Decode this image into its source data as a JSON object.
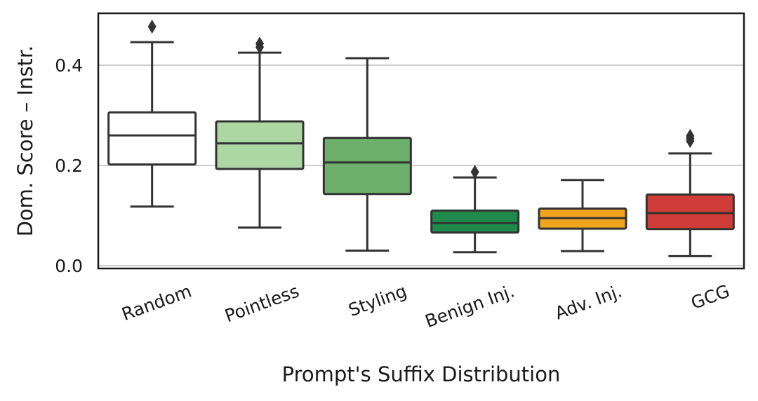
{
  "chart_data": {
    "type": "box",
    "title": "",
    "xlabel": "Prompt's Suffix Distribution",
    "ylabel": "Dom. Score – Instr.",
    "ylim": [
      0.0,
      0.5
    ],
    "yticks": [
      0.0,
      0.2,
      0.4
    ],
    "ytick_labels": [
      "0.0",
      "0.2",
      "0.4"
    ],
    "grid": "horizontal",
    "categories": [
      "Random",
      "Pointless",
      "Styling",
      "Benign Inj.",
      "Adv. Inj.",
      "GCG"
    ],
    "boxes": [
      {
        "label": "Random",
        "whisker_low": 0.118,
        "q1": 0.202,
        "median": 0.26,
        "q3": 0.306,
        "whisker_high": 0.446,
        "outliers": [
          0.477
        ],
        "color": "#ffffff"
      },
      {
        "label": "Pointless",
        "whisker_low": 0.076,
        "q1": 0.193,
        "median": 0.244,
        "q3": 0.288,
        "whisker_high": 0.425,
        "outliers": [
          0.436,
          0.443
        ],
        "color": "#acd7a2"
      },
      {
        "label": "Styling",
        "whisker_low": 0.03,
        "q1": 0.143,
        "median": 0.206,
        "q3": 0.255,
        "whisker_high": 0.414,
        "outliers": [],
        "color": "#6db06c"
      },
      {
        "label": "Benign Inj.",
        "whisker_low": 0.027,
        "q1": 0.066,
        "median": 0.085,
        "q3": 0.11,
        "whisker_high": 0.176,
        "outliers": [
          0.187
        ],
        "color": "#1f8a4c"
      },
      {
        "label": "Adv. Inj.",
        "whisker_low": 0.029,
        "q1": 0.074,
        "median": 0.095,
        "q3": 0.114,
        "whisker_high": 0.171,
        "outliers": [],
        "color": "#f3a41f"
      },
      {
        "label": "GCG",
        "whisker_low": 0.019,
        "q1": 0.073,
        "median": 0.105,
        "q3": 0.142,
        "whisker_high": 0.224,
        "outliers": [
          0.249,
          0.254,
          0.259
        ],
        "color": "#cf3b36"
      }
    ]
  }
}
